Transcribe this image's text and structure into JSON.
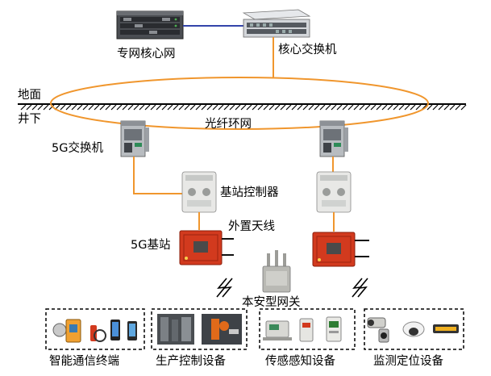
{
  "title": "",
  "labels": {
    "private_core_network": "专网核心网",
    "core_switch": "核心交换机",
    "ground": "地面",
    "underground": "井下",
    "fiber_ring": "光纤环网",
    "switch_5g": "5G交换机",
    "bs_controller": "基站控制器",
    "external_antenna": "外置天线",
    "base_station_5g": "5G基站",
    "safe_gateway": "本安型网关"
  },
  "device_groups": [
    {
      "label": "智能通信终端"
    },
    {
      "label": "生产控制设备"
    },
    {
      "label": "传感感知设备"
    },
    {
      "label": "监测定位设备"
    }
  ],
  "colors": {
    "fiber": "#f0962d",
    "core_link": "#3344aa",
    "base_station": "#d23a1e",
    "ground_line": "#000000"
  },
  "icons": [
    "server-rack",
    "network-switch",
    "mine-switch",
    "controller-box",
    "base-station",
    "gateway",
    "wireless-signal"
  ]
}
